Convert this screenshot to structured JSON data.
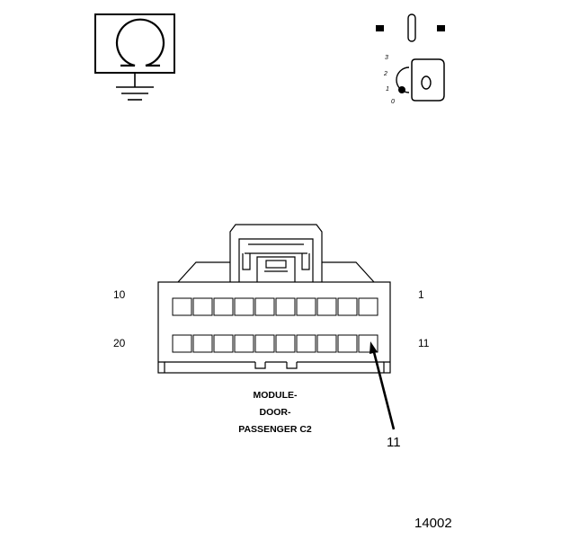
{
  "meter_symbol": {
    "icon": "ohmmeter-ground-icon",
    "glyph": "Ω"
  },
  "ignition_symbol": {
    "icon": "ignition-key-icon",
    "positions": [
      "3",
      "2",
      "1",
      "0"
    ],
    "key_letter": "O"
  },
  "connector": {
    "icon": "connector-face-icon",
    "pins_per_row": 10,
    "pin_numbers": {
      "top_left": "10",
      "top_right": "1",
      "bottom_left": "20",
      "bottom_right": "11"
    },
    "highlighted_pin": "11",
    "name_lines": [
      "MODULE-",
      "DOOR-",
      "PASSENGER C2"
    ]
  },
  "callout_label": "11",
  "figure_number": "14002"
}
